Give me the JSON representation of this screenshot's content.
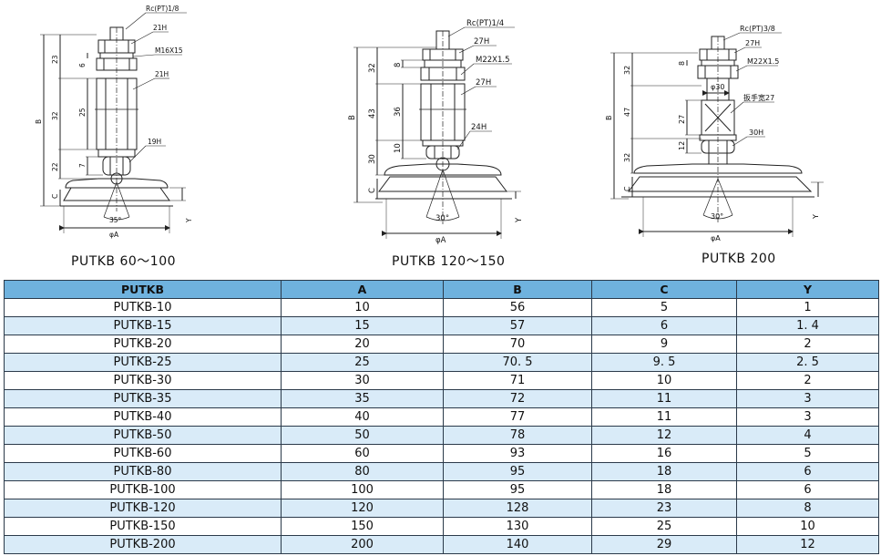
{
  "drawings": [
    {
      "caption": "PUTKB 60～100",
      "thread": "Rc(PT)1/8",
      "hex_top": "21H",
      "nut_thread": "M16X15",
      "hex_mid": "21H",
      "hex_bottom": "19H",
      "dim_left": [
        "23",
        "6",
        "25",
        "32",
        "7",
        "22"
      ],
      "label_b": "B",
      "label_c": "C",
      "label_a": "φA",
      "label_y": "Y",
      "angle": "35°"
    },
    {
      "caption": "PUTKB 120～150",
      "thread": "Rc(PT)1/4",
      "hex_top": "27H",
      "nut_thread": "M22X1.5",
      "hex_mid": "27H",
      "hex_bottom": "24H",
      "dim_left": [
        "32",
        "8",
        "43",
        "36",
        "30",
        "10"
      ],
      "label_b": "B",
      "label_c": "C",
      "label_a": "φA",
      "label_y": "Y",
      "angle": "30°"
    },
    {
      "caption": "PUTKB 200",
      "thread": "Rc(PT)3/8",
      "hex_top": "27H",
      "nut_thread": "M22X1.5",
      "dia": "φ30",
      "wrench": "扳手宽27",
      "hex_bottom": "30H",
      "dim_left": [
        "32",
        "8",
        "47",
        "27",
        "32",
        "12"
      ],
      "label_b": "B",
      "label_c": "C",
      "label_a": "φA",
      "label_y": "Y",
      "angle": "30°"
    }
  ],
  "table": {
    "headers": [
      "PUTKB",
      "A",
      "B",
      "C",
      "Y"
    ],
    "rows": [
      [
        "PUTKB-10",
        "10",
        "56",
        "5",
        "1"
      ],
      [
        "PUTKB-15",
        "15",
        "57",
        "6",
        "1. 4"
      ],
      [
        "PUTKB-20",
        "20",
        "70",
        "9",
        "2"
      ],
      [
        "PUTKB-25",
        "25",
        "70. 5",
        "9. 5",
        "2. 5"
      ],
      [
        "PUTKB-30",
        "30",
        "71",
        "10",
        "2"
      ],
      [
        "PUTKB-35",
        "35",
        "72",
        "11",
        "3"
      ],
      [
        "PUTKB-40",
        "40",
        "77",
        "11",
        "3"
      ],
      [
        "PUTKB-50",
        "50",
        "78",
        "12",
        "4"
      ],
      [
        "PUTKB-60",
        "60",
        "93",
        "16",
        "5"
      ],
      [
        "PUTKB-80",
        "80",
        "95",
        "18",
        "6"
      ],
      [
        "PUTKB-100",
        "100",
        "95",
        "18",
        "6"
      ],
      [
        "PUTKB-120",
        "120",
        "128",
        "23",
        "8"
      ],
      [
        "PUTKB-150",
        "150",
        "130",
        "25",
        "10"
      ],
      [
        "PUTKB-200",
        "200",
        "140",
        "29",
        "12"
      ]
    ]
  }
}
